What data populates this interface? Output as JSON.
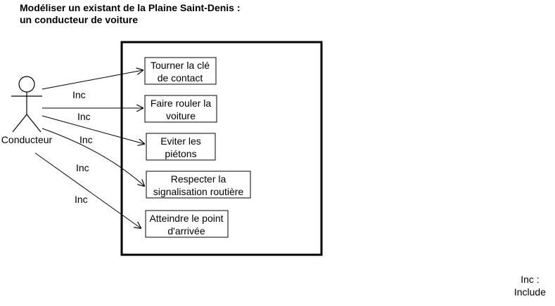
{
  "title": {
    "line1": "Modéliser un existant de la Plaine Saint-Denis :",
    "line2": "un conducteur de voiture"
  },
  "actor": {
    "label": "Conducteur",
    "icon": "stick-figure-icon"
  },
  "use_cases": [
    {
      "line1": "Tourner la clé",
      "line2": "de contact"
    },
    {
      "line1": "Faire rouler la",
      "line2": "voiture"
    },
    {
      "line1": "Eviter les",
      "line2": "piétons"
    },
    {
      "line1": "Respecter la",
      "line2": "signalisation routière"
    },
    {
      "line1": "Atteindre le point",
      "line2": "d'arrivée"
    }
  ],
  "relations": [
    {
      "label": "Inc",
      "target": 0
    },
    {
      "label": "Inc",
      "target": 1
    },
    {
      "label": "Inc",
      "target": 2
    },
    {
      "label": "Inc",
      "target": 3
    },
    {
      "label": "Inc",
      "target": 4
    }
  ],
  "legend": {
    "line1": "Inc :",
    "line2": "Include"
  }
}
